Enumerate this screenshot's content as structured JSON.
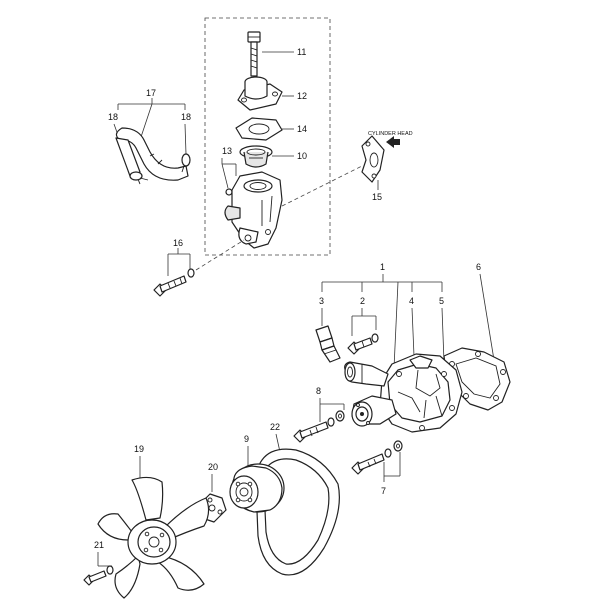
{
  "callouts": {
    "c1": "1",
    "c2": "2",
    "c3": "3",
    "c4": "4",
    "c5": "5",
    "c6": "6",
    "c7": "7",
    "c8": "8",
    "c9": "9",
    "c10": "10",
    "c11": "11",
    "c12": "12",
    "c13": "13",
    "c14": "14",
    "c15": "15",
    "c16": "16",
    "c17": "17",
    "c18a": "18",
    "c18b": "18",
    "c19": "19",
    "c20": "20",
    "c21": "21",
    "c22": "22"
  },
  "annotations": {
    "cylinder_head": "CYLINDER HEAD"
  },
  "icons": {
    "direction": "arrow-icon"
  }
}
